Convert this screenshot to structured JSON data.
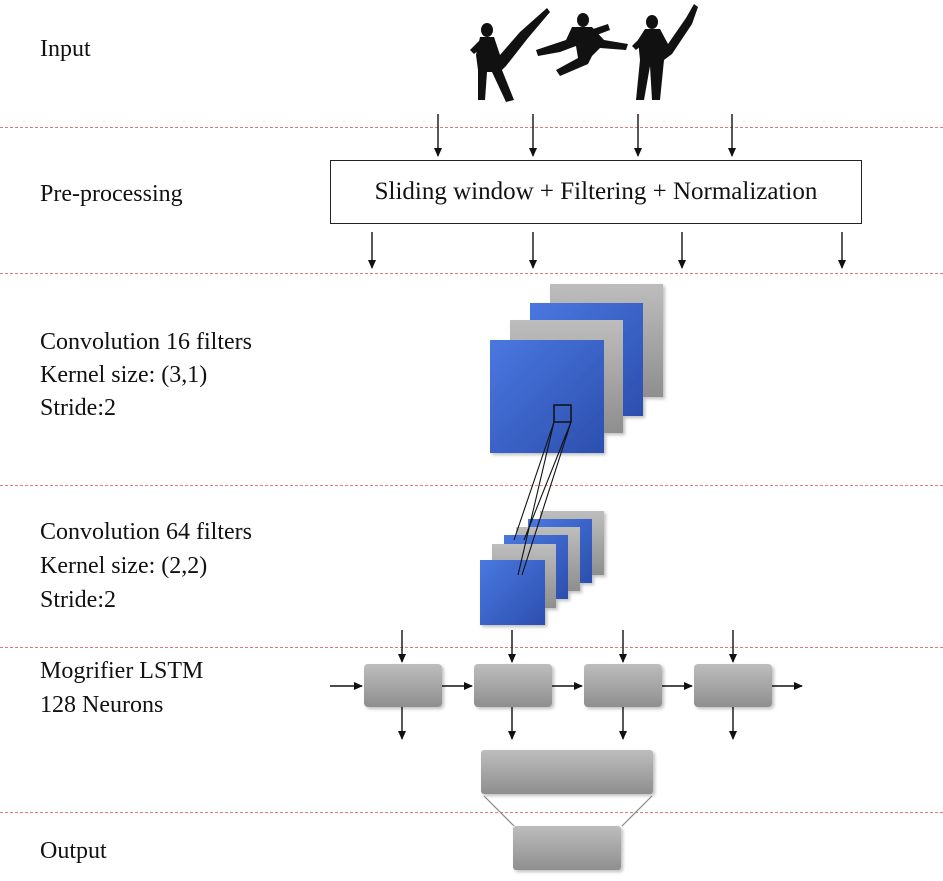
{
  "layers": {
    "input": "Input",
    "preprocessing": "Pre-processing",
    "conv1": {
      "line1": "Convolution 16 filters",
      "line2": "Kernel size: (3,1)",
      "line3": "Stride:2"
    },
    "conv2": {
      "line1": "Convolution 64 filters",
      "line2": "Kernel size: (2,2)",
      "line3": "Stride:2"
    },
    "lstm": {
      "line1": "Mogrifier LSTM",
      "line2": "128 Neurons"
    },
    "output": "Output"
  },
  "preprocessing_box": "Sliding window + Filtering + Normalization",
  "icons": [
    "karate-kick-silhouette-icon",
    "karate-jump-kick-silhouette-icon",
    "karate-high-kick-silhouette-icon"
  ],
  "colors": {
    "filter_blue": "#3a63c9",
    "filter_gray": "#9a9a9a",
    "separator": "#e07a7a"
  }
}
